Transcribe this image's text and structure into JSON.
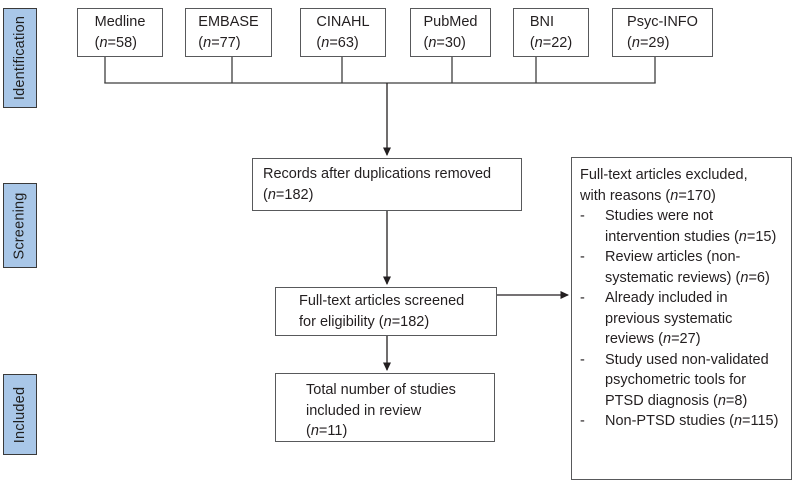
{
  "diagram": {
    "stages": [
      {
        "label": "Identification"
      },
      {
        "label": "Screening"
      },
      {
        "label": "Included"
      }
    ],
    "sources": [
      {
        "name": "Medline",
        "count": "(n=58)"
      },
      {
        "name": "EMBASE",
        "count": "(n=77)"
      },
      {
        "name": "CINAHL",
        "count": "(n=63)"
      },
      {
        "name": "PubMed",
        "count": "(n=30)"
      },
      {
        "name": "BNI",
        "count": "(n=22)"
      },
      {
        "name": "Psyc-INFO",
        "count": "(n=29)"
      }
    ],
    "records": {
      "line1": "Records after duplications removed",
      "line2": "(n=182)"
    },
    "screened": {
      "line1": "Full-text articles screened",
      "line2": "for eligibility (n=182)"
    },
    "included_box": {
      "line1": "Total number of studies",
      "line2": "included in review",
      "line3": "(n=11)"
    },
    "excluded": {
      "header_line1": "Full-text articles excluded,",
      "header_line2": "with reasons (n=170)",
      "bullet": "-",
      "reasons": [
        "Studies were not intervention studies (n=15)",
        "Review articles (non-systematic reviews) (n=6)",
        "Already included in previous systematic reviews (n=27)",
        "Study used non-validated psychometric tools for PTSD diagnosis (n=8)",
        "Non-PTSD studies (n=115)"
      ]
    },
    "colors": {
      "stage_fill": "#a9c7e8",
      "stage_border": "#3a3a3a",
      "box_border": "#58595b",
      "line": "#231f20",
      "text": "#231f20"
    }
  }
}
